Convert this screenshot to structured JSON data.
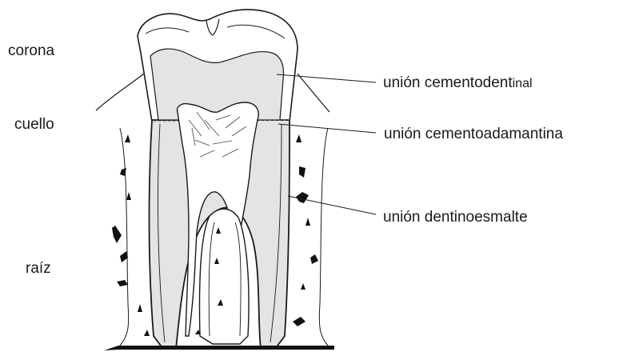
{
  "figure": {
    "labels_left": {
      "corona": "corona",
      "cuello": "cuello",
      "raiz": "raíz"
    },
    "labels_right": {
      "cementodentinal_main": "unión cementodent",
      "cementodentinal_tail": "inal",
      "cementoadamantina": "unión cementoadamantina",
      "dentinoesmalte": "unión dentinoesmalte"
    },
    "colors": {
      "ink": "#1a1a1a",
      "enamel": "#ffffff",
      "dentin": "#e4e4e4",
      "pulp": "#ffffff",
      "bone_mark": "#111111"
    }
  }
}
